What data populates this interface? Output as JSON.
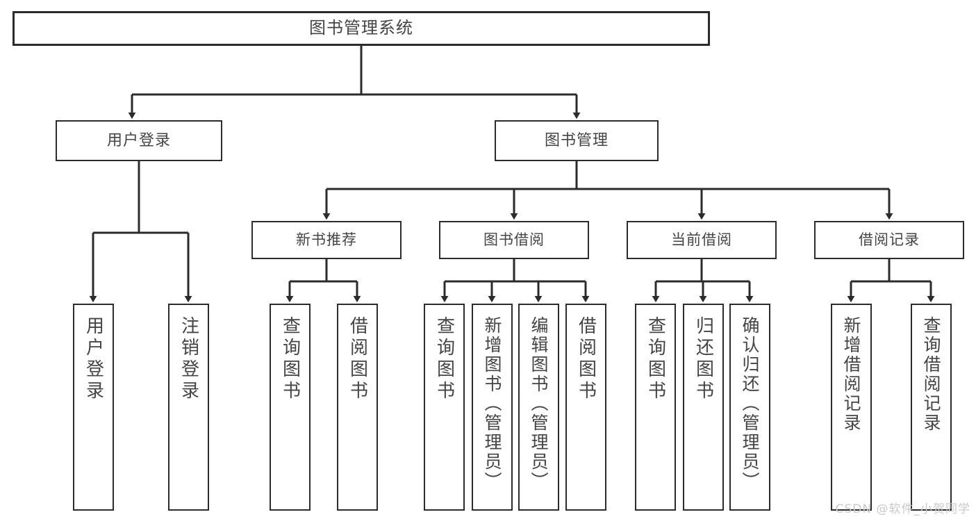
{
  "diagram": {
    "type": "tree",
    "title": "图书管理系统",
    "orientation": "top-down",
    "style": {
      "box_fill": "#ffffff",
      "box_stroke": "#2b2b2b",
      "text_color": "#444444",
      "edge_color": "#2b2b2b",
      "background": "#ffffff"
    },
    "root": {
      "label": "图书管理系统"
    },
    "level2": [
      {
        "label": "用户登录"
      },
      {
        "label": "图书管理"
      }
    ],
    "level3": [
      {
        "label": "新书推荐"
      },
      {
        "label": "图书借阅"
      },
      {
        "label": "当前借阅"
      },
      {
        "label": "借阅记录"
      }
    ],
    "leaves": {
      "user_login": [
        {
          "label": "用户登录"
        },
        {
          "label": "注销登录"
        }
      ],
      "new_book_recommend": [
        {
          "label": "查询图书"
        },
        {
          "label": "借阅图书"
        }
      ],
      "book_borrow": [
        {
          "label": "查询图书"
        },
        {
          "label": "新增图书（管理员）"
        },
        {
          "label": "编辑图书（管理员）"
        },
        {
          "label": "借阅图书"
        }
      ],
      "current_borrow": [
        {
          "label": "查询图书"
        },
        {
          "label": "归还图书"
        },
        {
          "label": "确认归还（管理员）"
        }
      ],
      "borrow_record": [
        {
          "label": "新增借阅记录"
        },
        {
          "label": "查询借阅记录"
        }
      ]
    }
  },
  "watermark": {
    "text": "CSDN @软件_小贺同学"
  }
}
